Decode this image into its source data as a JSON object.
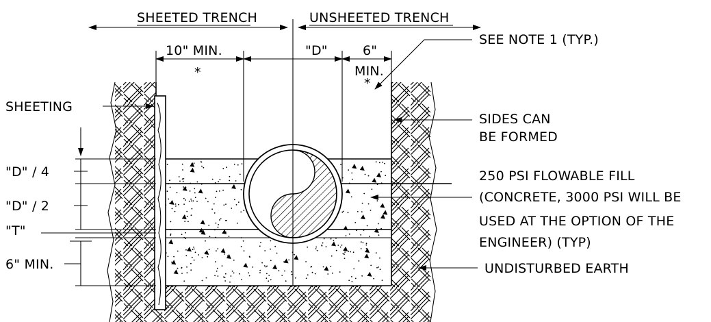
{
  "headings": {
    "sheeted_trench": "SHEETED TRENCH",
    "unsheeted_trench": "UNSHEETED TRENCH"
  },
  "dimensions": {
    "ten_inch_min": "10\" MIN.",
    "d_width": "\"D\"",
    "six_inch": "6\"",
    "six_inch_min_word": "MIN.",
    "asterisk": "*"
  },
  "left_labels": {
    "sheeting": "SHEETING",
    "d_over_4": "\"D\" / 4",
    "d_over_2": "\"D\" / 2",
    "t": "\"T\"",
    "six_min": "6\" MIN."
  },
  "right_labels": {
    "see_note": "SEE NOTE 1 (TYP.)",
    "sides_line1": "SIDES CAN",
    "sides_line2": "BE FORMED",
    "fill_line1": "250 PSI FLOWABLE FILL",
    "fill_line2": "(CONCRETE, 3000 PSI WILL BE",
    "fill_line3": "USED AT THE OPTION OF THE",
    "fill_line4": "ENGINEER) (TYP)",
    "undisturbed": "UNDISTURBED EARTH"
  }
}
